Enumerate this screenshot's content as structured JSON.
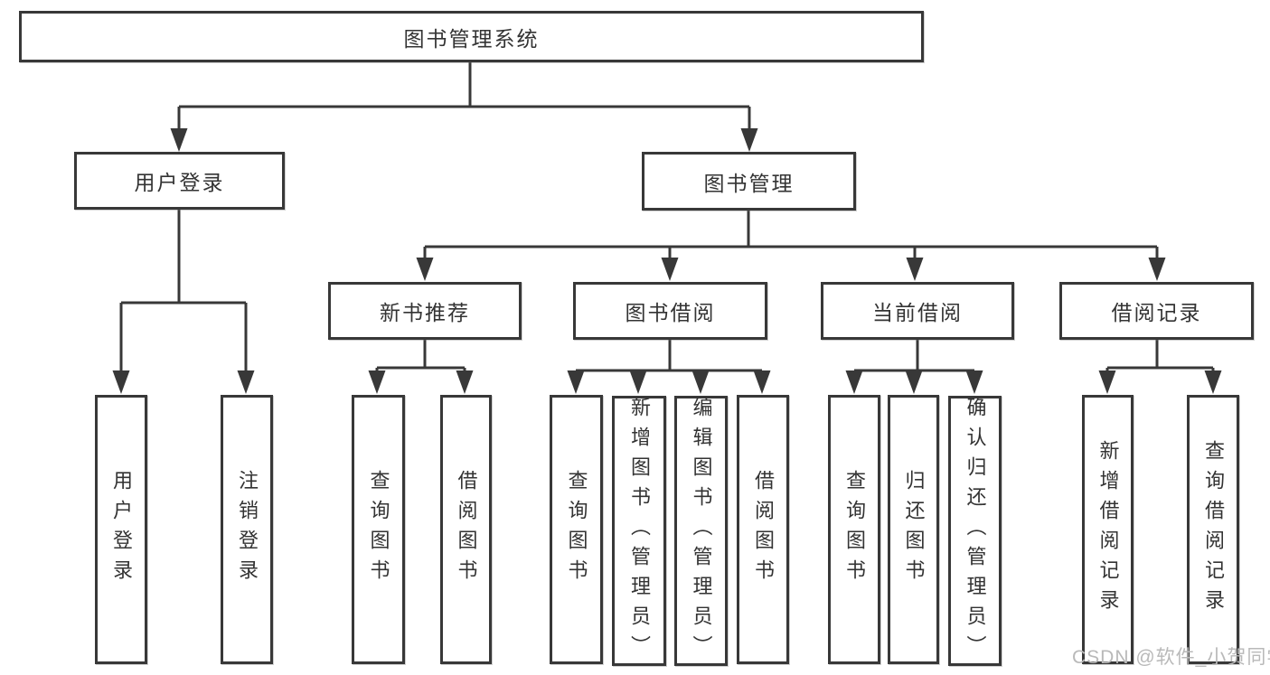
{
  "colors": {
    "line": "#383838",
    "box_border": "#383838",
    "box_fill": "#ffffff",
    "text": "#333333",
    "watermark": "#b9b9b9"
  },
  "tree": {
    "root": "图书管理系统",
    "user_login": {
      "label": "用户登录",
      "children": [
        "用户登录",
        "注销登录"
      ]
    },
    "book_management": {
      "label": "图书管理",
      "sections": [
        {
          "label": "新书推荐",
          "children": [
            "查询图书",
            "借阅图书"
          ]
        },
        {
          "label": "图书借阅",
          "children": [
            "查询图书",
            "新增图书（管理员）",
            "编辑图书（管理员）",
            "借阅图书"
          ]
        },
        {
          "label": "当前借阅",
          "children": [
            "查询图书",
            "归还图书",
            "确认归还（管理员）"
          ]
        },
        {
          "label": "借阅记录",
          "children": [
            "新增借阅记录",
            "查询借阅记录"
          ]
        }
      ]
    }
  },
  "watermark": "CSDN @软件_小贺同学"
}
